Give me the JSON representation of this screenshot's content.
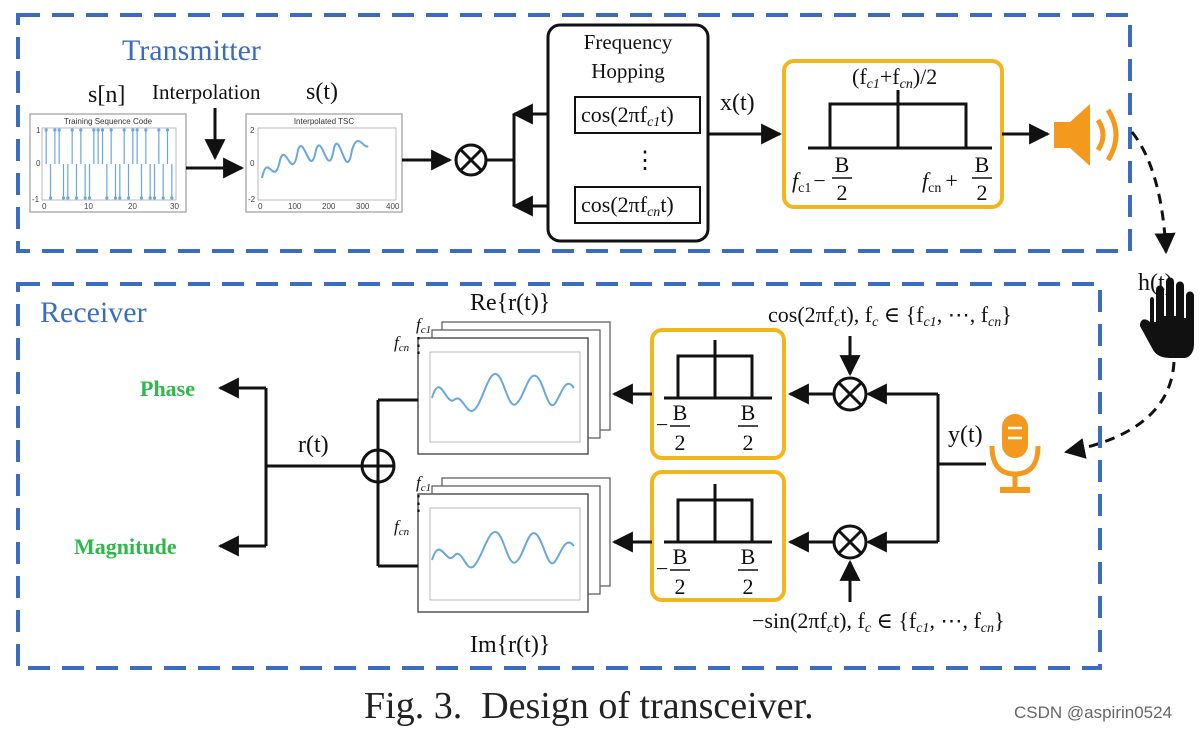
{
  "figure": {
    "caption": "Fig. 3.  Design of transceiver.",
    "watermark": "CSDN @aspirin0524"
  },
  "transmitter": {
    "section_label": "Transmitter",
    "s_n": "s[n]",
    "interpolation": "Interpolation",
    "s_t": "s(t)",
    "plot1_title": "Training Sequence Code",
    "plot1_yticks": [
      "1",
      "0",
      "-1"
    ],
    "plot1_xticks": [
      "0",
      "10",
      "20",
      "30"
    ],
    "plot2_title": "Interpolated TSC",
    "plot2_yticks": [
      "2",
      "0",
      "-2"
    ],
    "plot2_xticks": [
      "0",
      "100",
      "200",
      "300",
      "400"
    ],
    "fh_title_line1": "Frequency",
    "fh_title_line2": "Hopping",
    "fh_cos_top": "cos(2πf",
    "fh_cos_top_sub": "c1",
    "fh_cos_top_end": "t)",
    "fh_dots": "⋮",
    "fh_cos_bottom": "cos(2πf",
    "fh_cos_bottom_sub": "cn",
    "fh_cos_bottom_end": "t)",
    "x_t": "x(t)",
    "spectrum_top": "(f",
    "spectrum_top_sub1": "c1",
    "spectrum_top_mid": "+f",
    "spectrum_top_sub2": "cn",
    "spectrum_top_end": ")/2",
    "spectrum_left_f": "f",
    "spectrum_left_sub": "c1",
    "spectrum_left_minus": "−",
    "spectrum_right_f": "f",
    "spectrum_right_sub": "cn",
    "spectrum_right_plus": "+",
    "spectrum_B": "B",
    "spectrum_2": "2"
  },
  "channel": {
    "h_t": "h(t)"
  },
  "receiver": {
    "section_label": "Receiver",
    "y_t": "y(t)",
    "cos_ref": "cos(2πf",
    "cos_ref_sub": "c",
    "cos_ref_end": "t), f",
    "cos_ref_set_sub": "c",
    "cos_ref_set": " ∈ {f",
    "cos_ref_set_sub2": "c1",
    "cos_ref_set_mid": ", ⋯, f",
    "cos_ref_set_sub3": "cn",
    "cos_ref_set_end": "}",
    "sin_ref": "−sin(2πf",
    "sin_ref_sub": "c",
    "sin_ref_end": "t), f",
    "sin_ref_set_sub": "c",
    "sin_ref_set": " ∈ {f",
    "sin_ref_set_sub2": "c1",
    "sin_ref_set_mid": ", ⋯, f",
    "sin_ref_set_sub3": "cn",
    "sin_ref_set_end": "}",
    "lpf_minus": "−",
    "lpf_B": "B",
    "lpf_2": "2",
    "re_label": "Re{r(t)}",
    "im_label": "Im{r(t)}",
    "stack_fc1_f": "f",
    "stack_fc1_sub": "c1",
    "stack_fcn_f": "f",
    "stack_fcn_sub": "cn",
    "stack_dots": "⋮",
    "r_t": "r(t)",
    "phase": "Phase",
    "magnitude": "Magnitude"
  },
  "colors": {
    "dash_border": "#3a6cc1",
    "filter_border": "#f2b51c",
    "speaker": "#f39a1e",
    "mic": "#f39a1e",
    "signal": "#6aa7dc",
    "output_text": "#2fb84a"
  }
}
